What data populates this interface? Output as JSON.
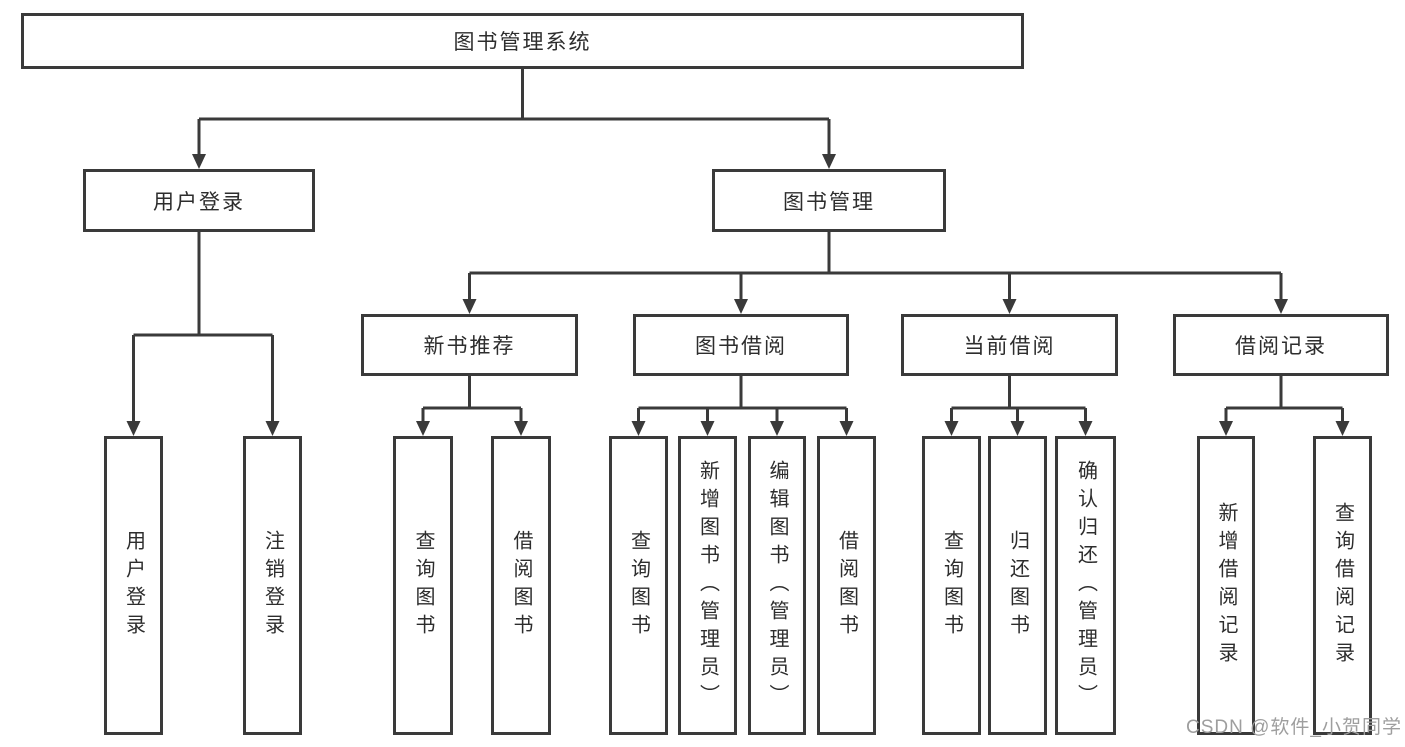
{
  "nodes": {
    "root": "图书管理系统",
    "l2": [
      "用户登录",
      "图书管理"
    ],
    "l3": [
      "新书推荐",
      "图书借阅",
      "当前借阅",
      "借阅记录"
    ],
    "l4": {
      "login": [
        "用户登录",
        "注销登录"
      ],
      "recommend": [
        "查询图书",
        "借阅图书"
      ],
      "borrow": [
        "查询图书",
        "新增图书（管理员）",
        "编辑图书（管理员）",
        "借阅图书"
      ],
      "current": [
        "查询图书",
        "归还图书",
        "确认归还（管理员）"
      ],
      "records": [
        "新增借阅记录",
        "查询借阅记录"
      ]
    }
  },
  "watermark": "CSDN @软件_小贺同学",
  "colors": {
    "line": "#3a3a3a",
    "box_border": "#3a3a3a",
    "text": "#2d2d2d",
    "watermark": "#9e9e9e",
    "background": "#ffffff"
  }
}
